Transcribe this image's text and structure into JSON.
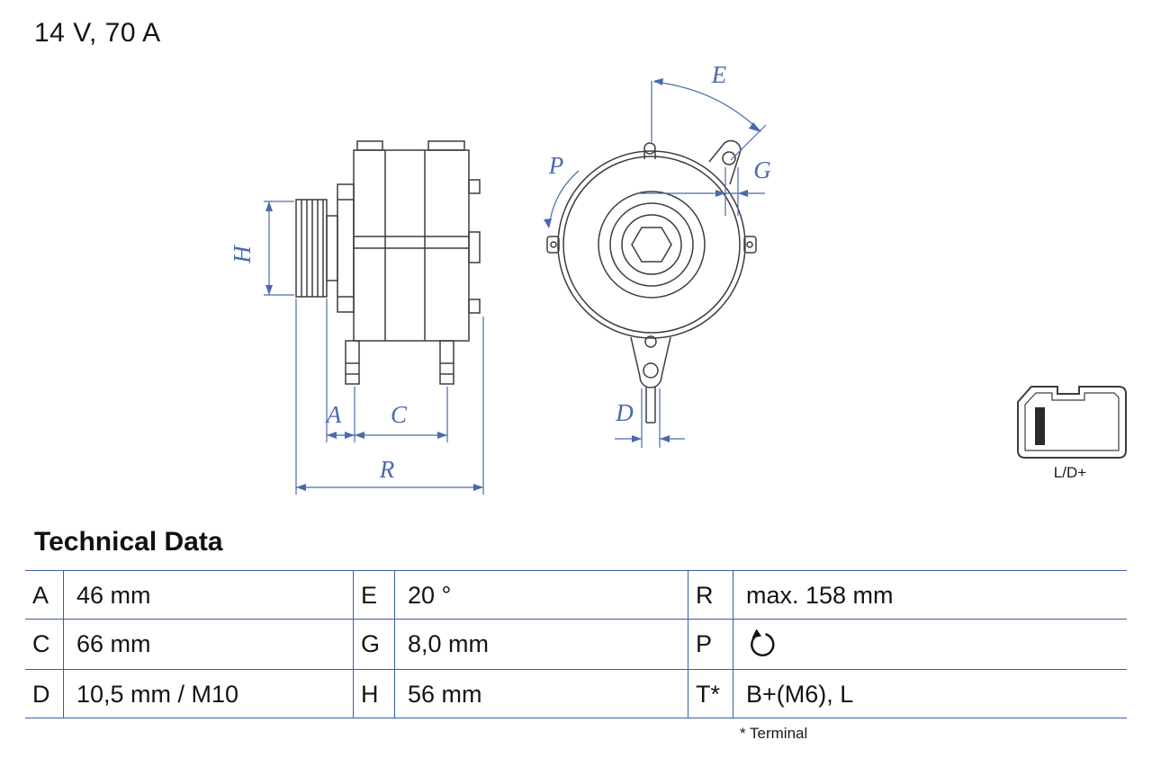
{
  "page_title": "14 V, 70 A",
  "drawing": {
    "dim_labels": {
      "h": "H",
      "a": "A",
      "c": "C",
      "r": "R",
      "e": "E",
      "p": "P",
      "g": "G",
      "d": "D"
    },
    "connector": {
      "label": "L/D+"
    }
  },
  "technical_data": {
    "heading": "Technical Data",
    "rows": [
      {
        "k1": "A",
        "v1": "46 mm",
        "k2": "E",
        "v2": "20 °",
        "k3": "R",
        "v3": "max. 158 mm"
      },
      {
        "k1": "C",
        "v1": "66 mm",
        "k2": "G",
        "v2": "8,0 mm",
        "k3": "P",
        "v3_icon": "rotation-direction"
      },
      {
        "k1": "D",
        "v1": "10,5 mm / M10",
        "k2": "H",
        "v2": "56 mm",
        "k3": "T*",
        "v3": "B+(M6), L"
      }
    ],
    "footnote": "* Terminal"
  }
}
